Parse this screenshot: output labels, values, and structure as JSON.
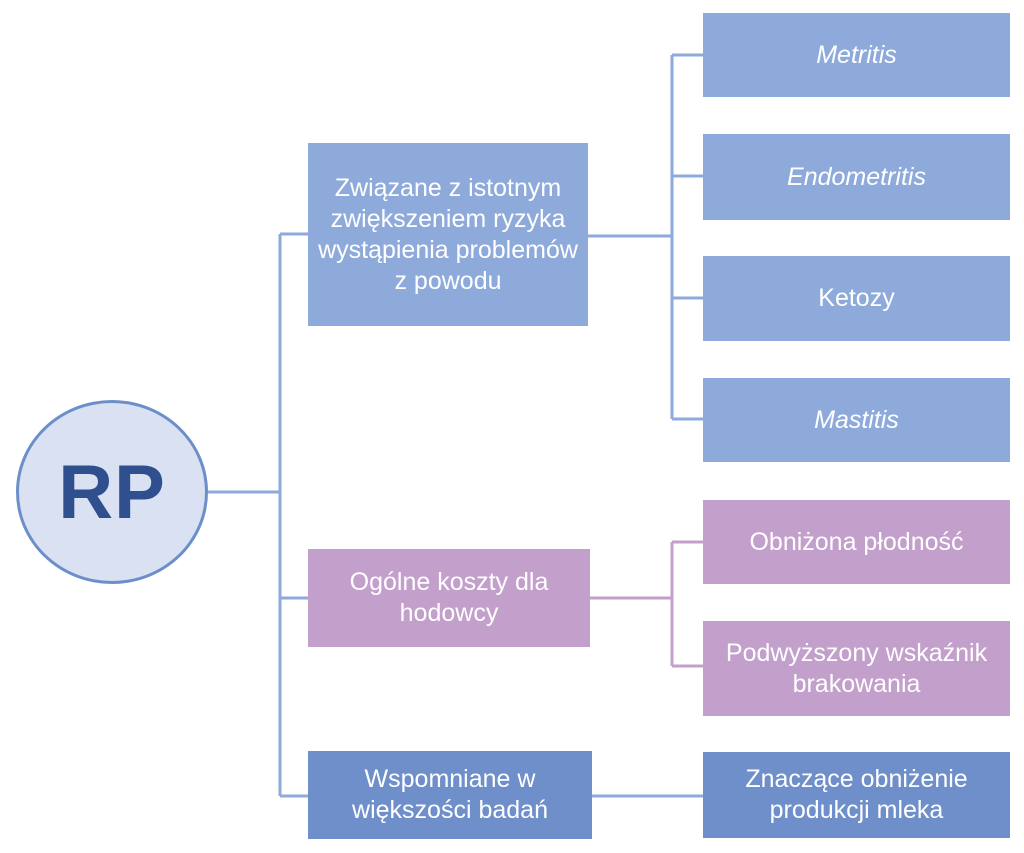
{
  "root": {
    "label": "RP"
  },
  "groups": [
    {
      "label": "Związane z istotnym zwiększeniem ryzyka wystąpienia problemów z powodu",
      "children": [
        "Metritis",
        "Endometritis",
        "Ketozy",
        "Mastitis"
      ]
    },
    {
      "label": "Ogólne koszty dla hodowcy",
      "children": [
        "Obniżona płodność",
        "Podwyższony wskaźnik brakowania"
      ]
    },
    {
      "label": "Wspomniane w większości badań",
      "children": [
        "Znaczące obniżenie produkcji mleka"
      ]
    }
  ],
  "colors": {
    "blue_box": "#8eaadb",
    "pink_box": "#c39fcb",
    "dark_box": "#6f8fca",
    "line_blue": "#8eaadb",
    "line_pink": "#c39fcb",
    "root_fill": "#d9e1f2",
    "root_text": "#2f4f8f"
  }
}
